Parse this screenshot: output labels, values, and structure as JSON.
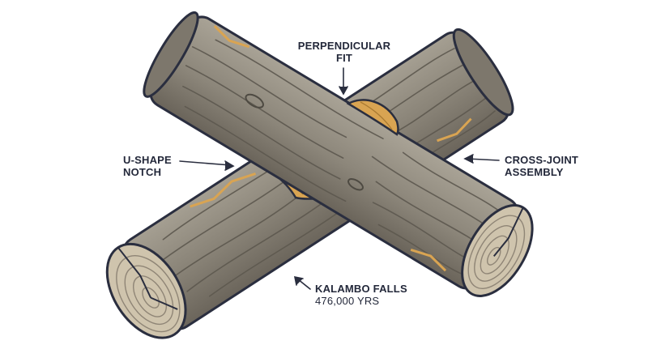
{
  "callouts": {
    "perpendicular_fit": {
      "line1": "PERPENDICULAR",
      "line2": "FIT"
    },
    "u_shape_notch": {
      "line1": "U-SHAPE",
      "line2": "NOTCH"
    },
    "cross_joint": {
      "line1": "CROSS-JOINT",
      "line2": "ASSEMBLY"
    },
    "site": {
      "name": "KALAMBO FALLS",
      "age": "476,000 YRS"
    }
  },
  "colors": {
    "wood": "#8a8478",
    "wood_light": "#a59f92",
    "wood_dark": "#6b655b",
    "end_grain": "#cfc4ad",
    "notch": "#d9a452",
    "outline": "#2a2e3f",
    "text": "#23283a"
  },
  "icons": [
    "arrow-down-icon",
    "arrow-right-icon",
    "arrow-left-icon",
    "arrow-up-left-icon"
  ]
}
